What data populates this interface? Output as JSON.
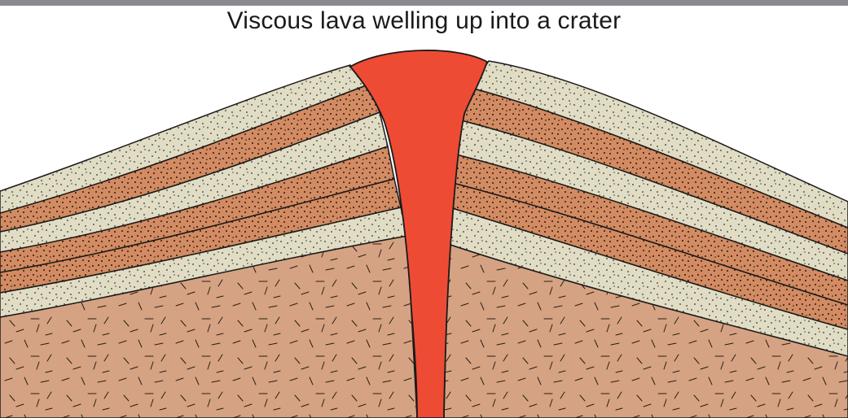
{
  "title": "Viscous lava welling up into a crater",
  "colors": {
    "top_bar": "#8a8a8e",
    "lava": "#ee4b35",
    "bedrock": "#d5a383",
    "bedrock_dash": "#2a1c14",
    "tuff_layer": "#e1dcc4",
    "tuff_layer_speckle": "#333333",
    "ash_layer": "#d28b62",
    "ash_layer_speckle": "#2a1810",
    "outline": "#1a1a1a"
  },
  "layer_types": {
    "lava": "lava-dome",
    "bedrock": "country-rock",
    "light_layer": "pyroclastic-layer-light",
    "dark_layer": "pyroclastic-layer-dark"
  }
}
